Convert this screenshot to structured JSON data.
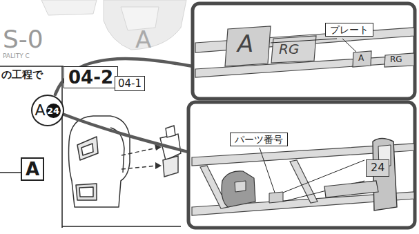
{
  "diagram": {
    "nodes": [
      {
        "text": [
          "04-2"
        ]
      },
      {
        "text": [
          "04-1"
        ]
      },
      {
        "text": [
          "A",
          "24"
        ]
      },
      {
        "text": [
          "A"
        ]
      },
      {
        "text": [
          "プレート"
        ]
      },
      {
        "text": [
          "パーツ番号"
        ]
      }
    ],
    "labels": [
      "S-0",
      "PALITY C",
      "A",
      "の工程で",
      "A",
      "RG",
      "A",
      "RG",
      "24"
    ]
  }
}
